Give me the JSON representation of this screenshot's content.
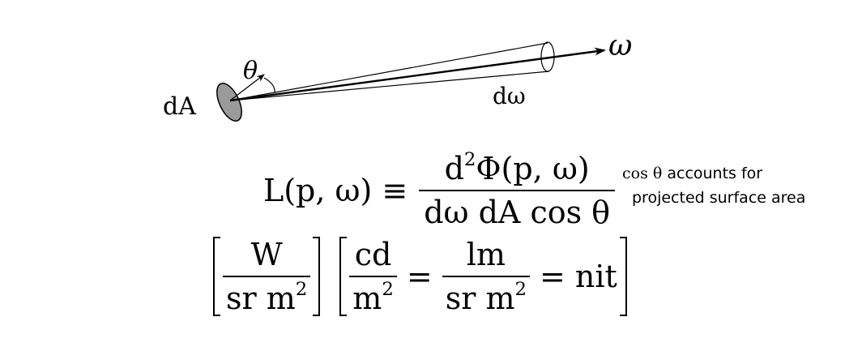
{
  "diagram": {
    "area_label": "dA",
    "angle_label": "θ",
    "solid_angle_label": "dω",
    "direction_label": "ω"
  },
  "equation": {
    "lhs": "L(p, ω)",
    "relation": "≡",
    "numerator_prefix": "d",
    "numerator_exp": "2",
    "numerator_rest": "Φ(p, ω)",
    "denominator": "dω dA cos θ"
  },
  "note": {
    "math": "cos θ",
    "line1_rest": " accounts for",
    "line2": "projected surface area"
  },
  "units": {
    "w_num": "W",
    "w_den_prefix": "sr m",
    "w_den_exp": "2",
    "cd_num": "cd",
    "cd_den_prefix": "m",
    "cd_den_exp": "2",
    "eq1": "=",
    "lm_num": "lm",
    "lm_den_prefix": "sr m",
    "lm_den_exp": "2",
    "eq2": "=",
    "nit": "nit"
  }
}
